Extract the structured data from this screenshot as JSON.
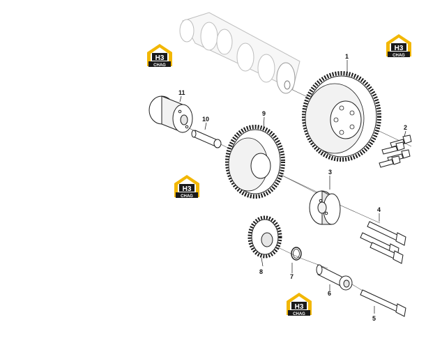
{
  "logo": {
    "mark": "H3",
    "word": "CHAG",
    "colors": {
      "house": "#f2b705",
      "badge": "#1a1a1a",
      "text": "#ffffff"
    }
  },
  "callouts": [
    "1",
    "2",
    "3",
    "4",
    "5",
    "6",
    "7",
    "8",
    "9",
    "10",
    "11"
  ],
  "colors": {
    "line": "#1c1c1c",
    "ghost": "#bdbdbd",
    "fill": "#ffffff",
    "shade": "#e6e6e6"
  }
}
